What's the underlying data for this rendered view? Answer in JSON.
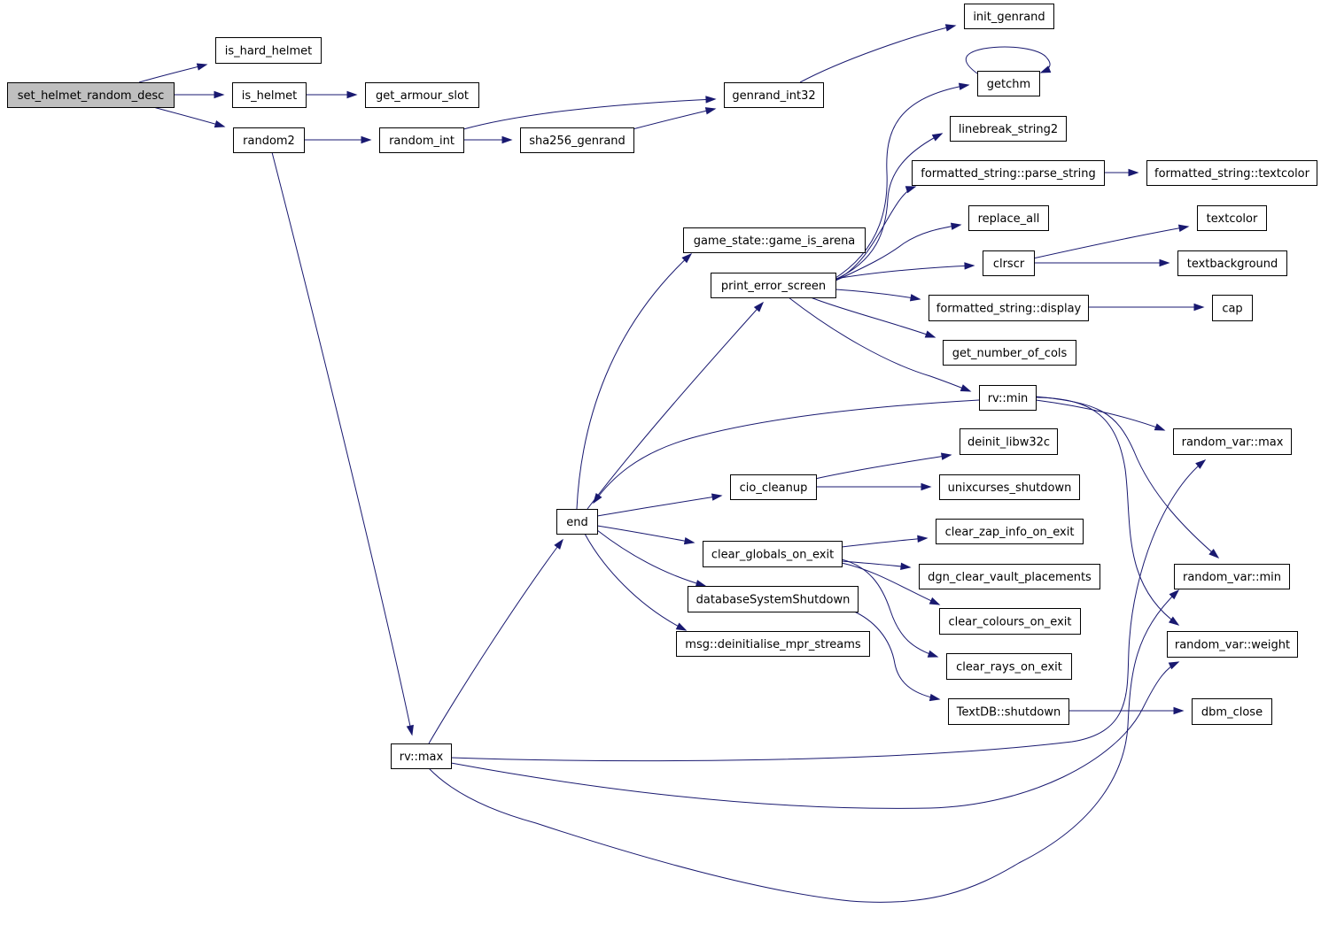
{
  "root": "set_helmet_random_desc",
  "colors": {
    "edge": "#191970",
    "root_fill": "#bfbfbf",
    "node_fill": "#ffffff",
    "node_border": "#000000"
  },
  "nodes": [
    {
      "id": "set_helmet_random_desc",
      "label": "set_helmet_random_desc"
    },
    {
      "id": "is_hard_helmet",
      "label": "is_hard_helmet"
    },
    {
      "id": "is_helmet",
      "label": "is_helmet"
    },
    {
      "id": "get_armour_slot",
      "label": "get_armour_slot"
    },
    {
      "id": "random2",
      "label": "random2"
    },
    {
      "id": "random_int",
      "label": "random_int"
    },
    {
      "id": "sha256_genrand",
      "label": "sha256_genrand"
    },
    {
      "id": "genrand_int32",
      "label": "genrand_int32"
    },
    {
      "id": "init_genrand",
      "label": "init_genrand"
    },
    {
      "id": "rv_max",
      "label": "rv::max"
    },
    {
      "id": "end",
      "label": "end"
    },
    {
      "id": "game_is_arena",
      "label": "game_state::game_is_arena"
    },
    {
      "id": "print_error_screen",
      "label": "print_error_screen"
    },
    {
      "id": "getchm",
      "label": "getchm"
    },
    {
      "id": "linebreak_string2",
      "label": "linebreak_string2"
    },
    {
      "id": "parse_string",
      "label": "formatted_string::parse_string"
    },
    {
      "id": "fs_textcolor",
      "label": "formatted_string::textcolor"
    },
    {
      "id": "replace_all",
      "label": "replace_all"
    },
    {
      "id": "clrscr",
      "label": "clrscr"
    },
    {
      "id": "textcolor",
      "label": "textcolor"
    },
    {
      "id": "textbackground",
      "label": "textbackground"
    },
    {
      "id": "fs_display",
      "label": "formatted_string::display"
    },
    {
      "id": "cap",
      "label": "cap"
    },
    {
      "id": "get_number_of_cols",
      "label": "get_number_of_cols"
    },
    {
      "id": "rv_min",
      "label": "rv::min"
    },
    {
      "id": "random_var_max",
      "label": "random_var::max"
    },
    {
      "id": "random_var_min",
      "label": "random_var::min"
    },
    {
      "id": "random_var_weight",
      "label": "random_var::weight"
    },
    {
      "id": "deinit_libw32c",
      "label": "deinit_libw32c"
    },
    {
      "id": "cio_cleanup",
      "label": "cio_cleanup"
    },
    {
      "id": "unixcurses_shutdown",
      "label": "unixcurses_shutdown"
    },
    {
      "id": "clear_globals_on_exit",
      "label": "clear_globals_on_exit"
    },
    {
      "id": "clear_zap_info_on_exit",
      "label": "clear_zap_info_on_exit"
    },
    {
      "id": "dgn_clear_vault_placements",
      "label": "dgn_clear_vault_placements"
    },
    {
      "id": "clear_colours_on_exit",
      "label": "clear_colours_on_exit"
    },
    {
      "id": "clear_rays_on_exit",
      "label": "clear_rays_on_exit"
    },
    {
      "id": "databaseSystemShutdown",
      "label": "databaseSystemShutdown"
    },
    {
      "id": "msg_deinitialise",
      "label": "msg::deinitialise_mpr_streams"
    },
    {
      "id": "textdb_shutdown",
      "label": "TextDB::shutdown"
    },
    {
      "id": "dbm_close",
      "label": "dbm_close"
    }
  ],
  "edges": [
    {
      "from": "set_helmet_random_desc",
      "to": "is_hard_helmet"
    },
    {
      "from": "set_helmet_random_desc",
      "to": "is_helmet"
    },
    {
      "from": "set_helmet_random_desc",
      "to": "random2"
    },
    {
      "from": "is_helmet",
      "to": "get_armour_slot"
    },
    {
      "from": "random2",
      "to": "random_int"
    },
    {
      "from": "random2",
      "to": "rv_max"
    },
    {
      "from": "random_int",
      "to": "genrand_int32"
    },
    {
      "from": "random_int",
      "to": "sha256_genrand"
    },
    {
      "from": "sha256_genrand",
      "to": "genrand_int32"
    },
    {
      "from": "genrand_int32",
      "to": "init_genrand"
    },
    {
      "from": "rv_max",
      "to": "end"
    },
    {
      "from": "rv_max",
      "to": "random_var_max"
    },
    {
      "from": "rv_max",
      "to": "random_var_weight"
    },
    {
      "from": "rv_max",
      "to": "random_var_min"
    },
    {
      "from": "end",
      "to": "game_is_arena"
    },
    {
      "from": "end",
      "to": "print_error_screen"
    },
    {
      "from": "end",
      "to": "cio_cleanup"
    },
    {
      "from": "end",
      "to": "clear_globals_on_exit"
    },
    {
      "from": "end",
      "to": "databaseSystemShutdown"
    },
    {
      "from": "end",
      "to": "msg_deinitialise"
    },
    {
      "from": "print_error_screen",
      "to": "getchm"
    },
    {
      "from": "print_error_screen",
      "to": "linebreak_string2"
    },
    {
      "from": "print_error_screen",
      "to": "parse_string"
    },
    {
      "from": "print_error_screen",
      "to": "replace_all"
    },
    {
      "from": "print_error_screen",
      "to": "clrscr"
    },
    {
      "from": "print_error_screen",
      "to": "fs_display"
    },
    {
      "from": "print_error_screen",
      "to": "get_number_of_cols"
    },
    {
      "from": "print_error_screen",
      "to": "rv_min"
    },
    {
      "from": "getchm",
      "to": "getchm"
    },
    {
      "from": "parse_string",
      "to": "fs_textcolor"
    },
    {
      "from": "clrscr",
      "to": "textcolor"
    },
    {
      "from": "clrscr",
      "to": "textbackground"
    },
    {
      "from": "fs_display",
      "to": "cap"
    },
    {
      "from": "rv_min",
      "to": "end"
    },
    {
      "from": "rv_min",
      "to": "random_var_max"
    },
    {
      "from": "rv_min",
      "to": "random_var_min"
    },
    {
      "from": "rv_min",
      "to": "random_var_weight"
    },
    {
      "from": "cio_cleanup",
      "to": "deinit_libw32c"
    },
    {
      "from": "cio_cleanup",
      "to": "unixcurses_shutdown"
    },
    {
      "from": "clear_globals_on_exit",
      "to": "clear_zap_info_on_exit"
    },
    {
      "from": "clear_globals_on_exit",
      "to": "dgn_clear_vault_placements"
    },
    {
      "from": "clear_globals_on_exit",
      "to": "clear_colours_on_exit"
    },
    {
      "from": "clear_globals_on_exit",
      "to": "clear_rays_on_exit"
    },
    {
      "from": "databaseSystemShutdown",
      "to": "textdb_shutdown"
    },
    {
      "from": "textdb_shutdown",
      "to": "dbm_close"
    }
  ]
}
